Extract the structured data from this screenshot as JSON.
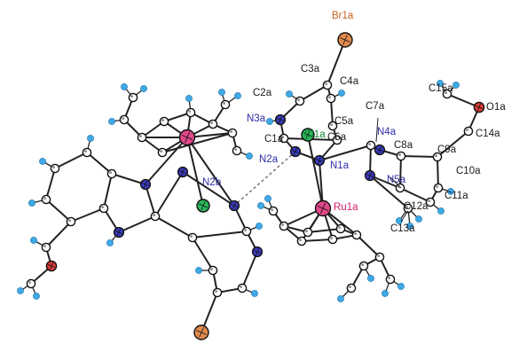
{
  "figure": {
    "colors": {
      "C": "#1a1a1a",
      "H": "#3fa9e6",
      "N": "#3b3bbf",
      "O": "#e03a3a",
      "Br": "#e08a4e",
      "Cl": "#2bb55a",
      "Ru": "#e0488a",
      "bond": "#222222",
      "hbond": "#777777"
    },
    "labels": [
      {
        "id": "br1a",
        "text": "Br1a",
        "tone": "orange"
      },
      {
        "id": "c3a",
        "text": "C3a",
        "tone": "dark"
      },
      {
        "id": "c4a",
        "text": "C4a",
        "tone": "dark"
      },
      {
        "id": "c2a",
        "text": "C2a",
        "tone": "dark"
      },
      {
        "id": "c15a",
        "text": "C15a",
        "tone": "dark"
      },
      {
        "id": "o1a",
        "text": "O1a",
        "tone": "dark"
      },
      {
        "id": "c7a",
        "text": "C7a",
        "tone": "dark"
      },
      {
        "id": "c14a",
        "text": "C14a",
        "tone": "dark"
      },
      {
        "id": "n3a",
        "text": "N3a",
        "tone": "blue"
      },
      {
        "id": "c5a",
        "text": "C5a",
        "tone": "dark"
      },
      {
        "id": "n4a",
        "text": "N4a",
        "tone": "blue"
      },
      {
        "id": "c1a",
        "text": "C1a",
        "tone": "dark"
      },
      {
        "id": "cl1a",
        "text": "Cl1a",
        "tone": "green"
      },
      {
        "id": "c6a",
        "text": "C6a",
        "tone": "dark"
      },
      {
        "id": "c8a",
        "text": "C8a",
        "tone": "dark"
      },
      {
        "id": "c9a",
        "text": "C9a",
        "tone": "dark"
      },
      {
        "id": "n2a",
        "text": "N2a",
        "tone": "blue"
      },
      {
        "id": "n1a",
        "text": "N1a",
        "tone": "blue"
      },
      {
        "id": "n2b",
        "text": "N2b",
        "tone": "blue"
      },
      {
        "id": "n5a",
        "text": "N5a",
        "tone": "blue"
      },
      {
        "id": "c10a",
        "text": "C10a",
        "tone": "dark"
      },
      {
        "id": "c11a",
        "text": "C11a",
        "tone": "dark"
      },
      {
        "id": "c12a",
        "text": "C12a",
        "tone": "dark"
      },
      {
        "id": "ru1a",
        "text": "Ru1a",
        "tone": "pink"
      },
      {
        "id": "c13a",
        "text": "C13a",
        "tone": "dark"
      }
    ]
  }
}
